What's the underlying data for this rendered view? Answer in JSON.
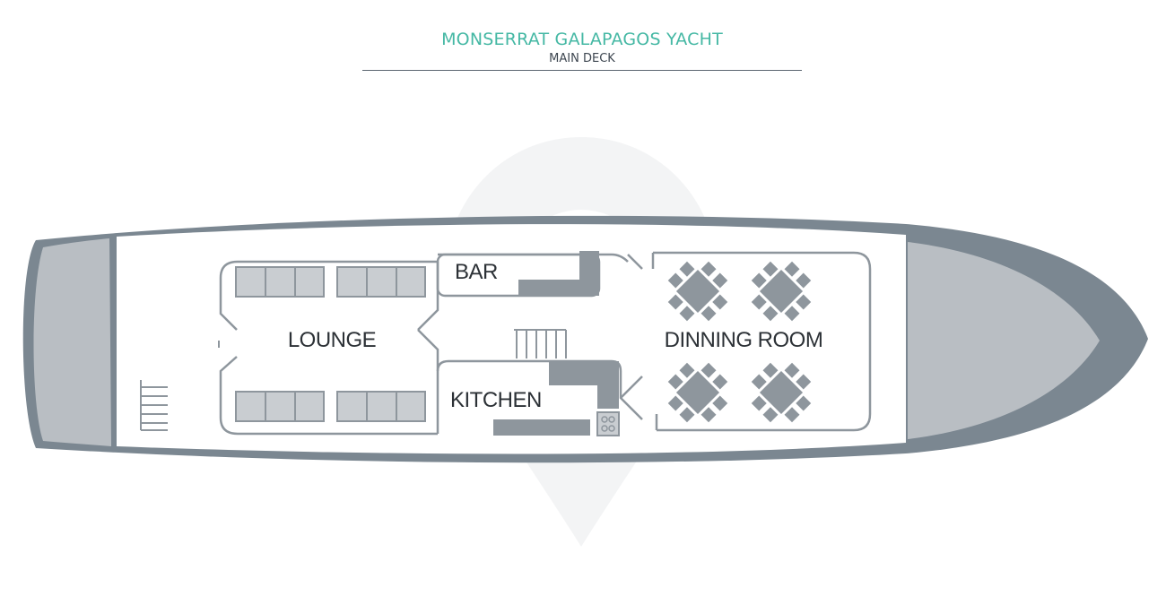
{
  "header": {
    "title": "MONSERRAT GALAPAGOS YACHT",
    "subtitle": "MAIN DECK"
  },
  "rooms": {
    "lounge": "LOUNGE",
    "bar": "BAR",
    "kitchen": "KITCHEN",
    "dining": "DINNING ROOM"
  },
  "colors": {
    "title": "#45b8a4",
    "hull": "#7b8791",
    "light_fill": "#b9bec3",
    "furniture": "#8e969d",
    "furniture_light": "#c9cdd1",
    "watermark": "#f2f3f4"
  }
}
